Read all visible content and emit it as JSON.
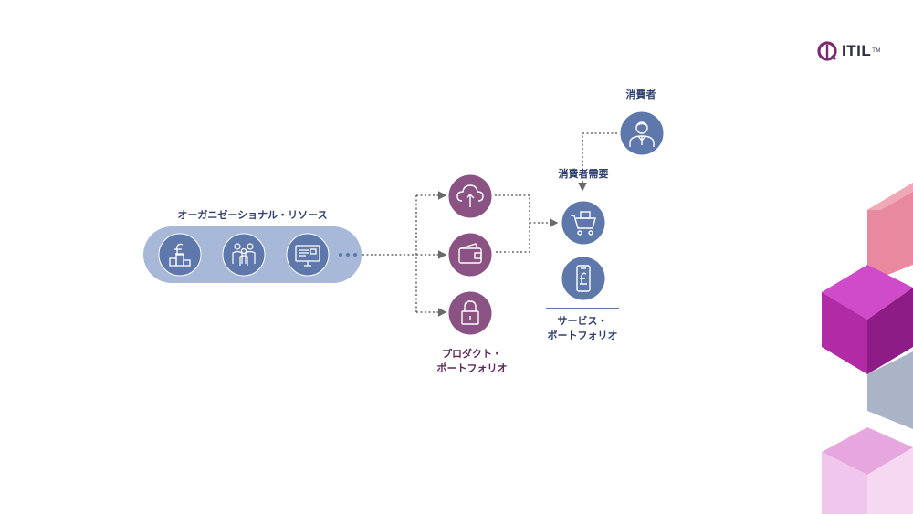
{
  "brand": {
    "logo_text": "ITIL",
    "logo_mark": "TM"
  },
  "diagram": {
    "org_resources_label": "オーガニゼーショナル・リソース",
    "product_portfolio_label": [
      "プロダクト・",
      "ポートフォリオ"
    ],
    "service_portfolio_label": [
      "サービス・",
      "ポートフォリオ"
    ],
    "consumer_demand_label": "消費者需要",
    "consumer_label": "消費者"
  },
  "icons": {
    "resources": [
      "pound-blocks-icon",
      "people-group-icon",
      "monitor-icon"
    ],
    "products": [
      "cloud-upload-icon",
      "wallet-icon",
      "padlock-icon"
    ],
    "services": [
      "shopping-cart-icon",
      "phone-pound-icon"
    ],
    "consumer": "person-icon"
  },
  "colors": {
    "blue_node": "#5f78ac",
    "pill": "#a7b8d8",
    "purple_node": "#8a5384",
    "connector": "#6a6a6a"
  }
}
